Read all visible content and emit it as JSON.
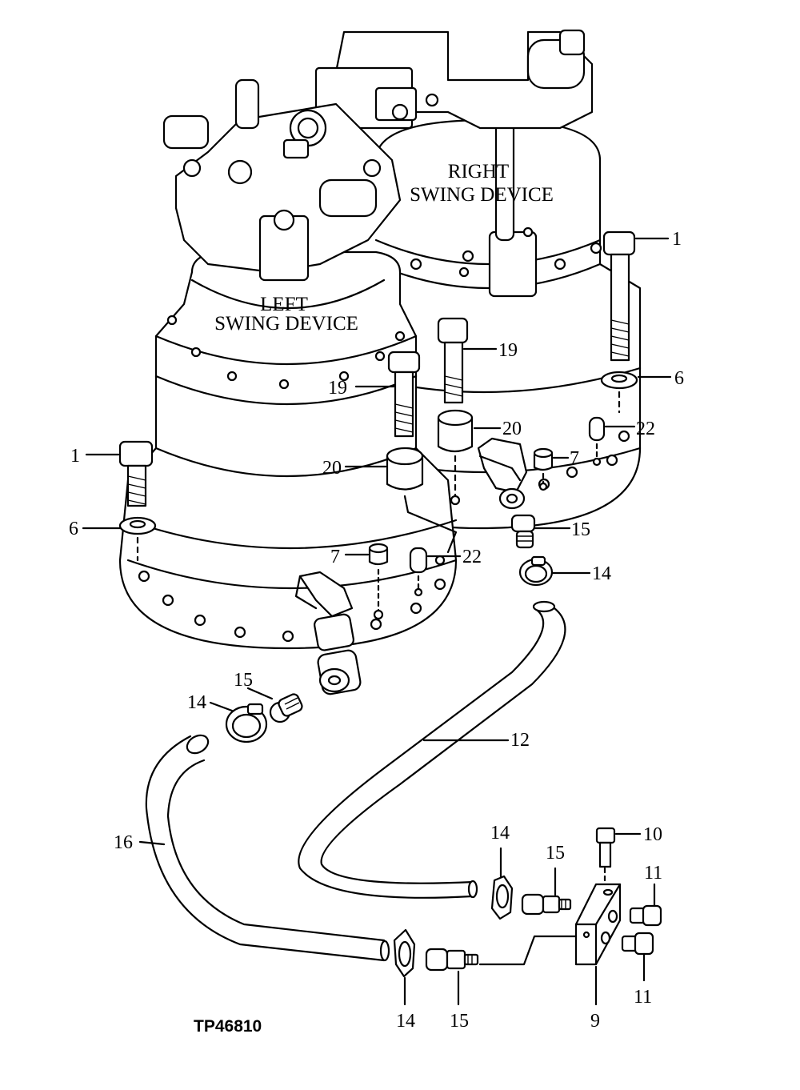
{
  "figure_code": "TP46810",
  "devices": {
    "right": [
      "RIGHT",
      "SWING DEVICE"
    ],
    "left": [
      "LEFT",
      "SWING DEVICE"
    ]
  },
  "callouts": {
    "c1_right": "1",
    "c1_left": "1",
    "c6_right": "6",
    "c6_left": "6",
    "c19_right": "19",
    "c19_left": "19",
    "c20_right": "20",
    "c20_left": "20",
    "c22_right": "22",
    "c22_left": "22",
    "c7_right": "7",
    "c7_left": "7",
    "c15_right": "15",
    "c15_left": "15",
    "c15_mid": "15",
    "c15_bottom": "15",
    "c14_right": "14",
    "c14_left": "14",
    "c14_mid": "14",
    "c14_bottom": "14",
    "c12": "12",
    "c16": "16",
    "c10": "10",
    "c11_top": "11",
    "c11_bottom": "11",
    "c9": "9"
  }
}
